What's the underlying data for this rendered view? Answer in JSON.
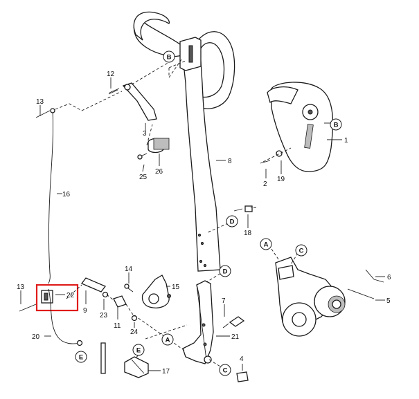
{
  "part_numbers": {
    "p1": "1",
    "p2": "2",
    "p3": "3",
    "p4": "4",
    "p5": "5",
    "p6": "6",
    "p7": "7",
    "p8": "8",
    "p9": "9",
    "p11": "11",
    "p12": "12",
    "p13a": "13",
    "p13b": "13",
    "p14": "14",
    "p15": "15",
    "p16": "16",
    "p17": "17",
    "p18": "18",
    "p19": "19",
    "p20": "20",
    "p21": "21",
    "p22": "22",
    "p23": "23",
    "p24": "24",
    "p25": "25",
    "p26": "26"
  },
  "reference_markers": {
    "b_top": "B",
    "b_right": "B",
    "a_left": "A",
    "a_bottom": "A",
    "c_right": "C",
    "c_bottom": "C",
    "d_mid": "D",
    "d_low": "D",
    "e_left": "E",
    "e_bottom": "E"
  },
  "highlight": {
    "label": "22",
    "color": "#e01b1b"
  },
  "colors": {
    "line": "#1a1a1a",
    "highlight": "#e01b1b",
    "background": "#ffffff"
  }
}
